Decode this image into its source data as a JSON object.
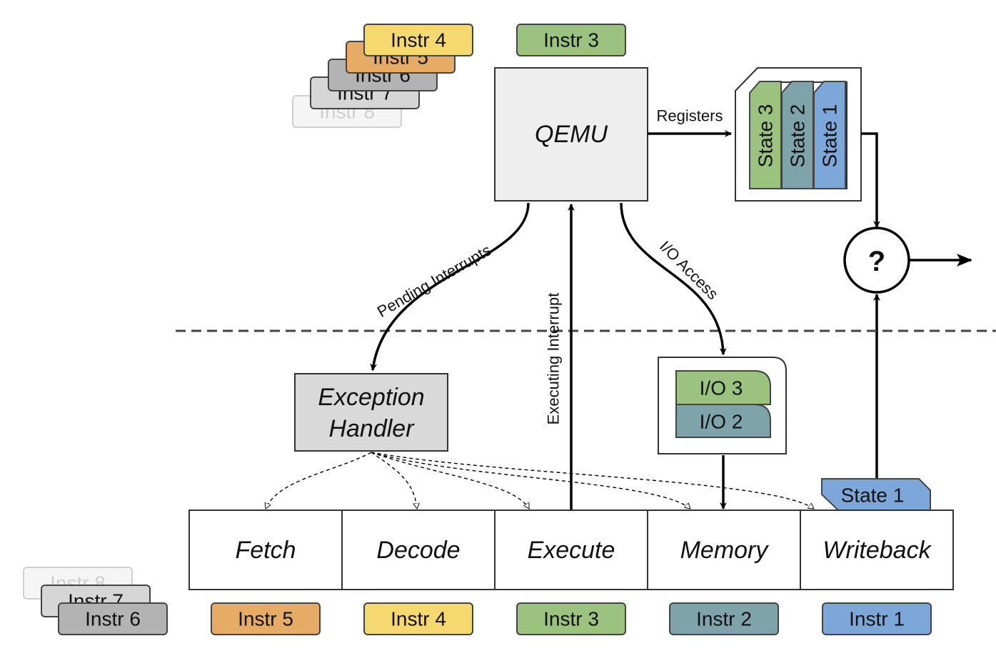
{
  "colors": {
    "instr1": "#7da7d9",
    "instr2": "#7fa3ab",
    "instr3": "#9bc27e",
    "instr4": "#f5d86e",
    "instr5": "#e6ac66",
    "instr6": "#b3b3b3",
    "instr7": "#d3d3d3",
    "instr8": "#eeeeee",
    "box_gray": "#eeeeee",
    "box_handler": "#d9d9d9"
  },
  "qemu": {
    "label": "QEMU",
    "queue": [
      "Instr 8",
      "Instr 7",
      "Instr 6",
      "Instr 5",
      "Instr 4"
    ],
    "current": "Instr 3"
  },
  "state_buffer": [
    "State 3",
    "State 2",
    "State 1"
  ],
  "io_buffer": [
    "I/O 3",
    "I/O 2"
  ],
  "exception_handler": {
    "line1": "Exception",
    "line2": "Handler"
  },
  "pipeline": {
    "stages": [
      "Fetch",
      "Decode",
      "Execute",
      "Memory",
      "Writeback"
    ],
    "instrs": [
      "Instr 5",
      "Instr 4",
      "Instr 3",
      "Instr 2",
      "Instr 1"
    ],
    "waiting": [
      "Instr 8",
      "Instr 7",
      "Instr 6"
    ]
  },
  "writeback_state": "State 1",
  "compare_symbol": "?",
  "arrows": {
    "registers": "Registers",
    "pending": "Pending Interrupts",
    "executing": "Executing Interrupt",
    "io": "I/O Access"
  }
}
